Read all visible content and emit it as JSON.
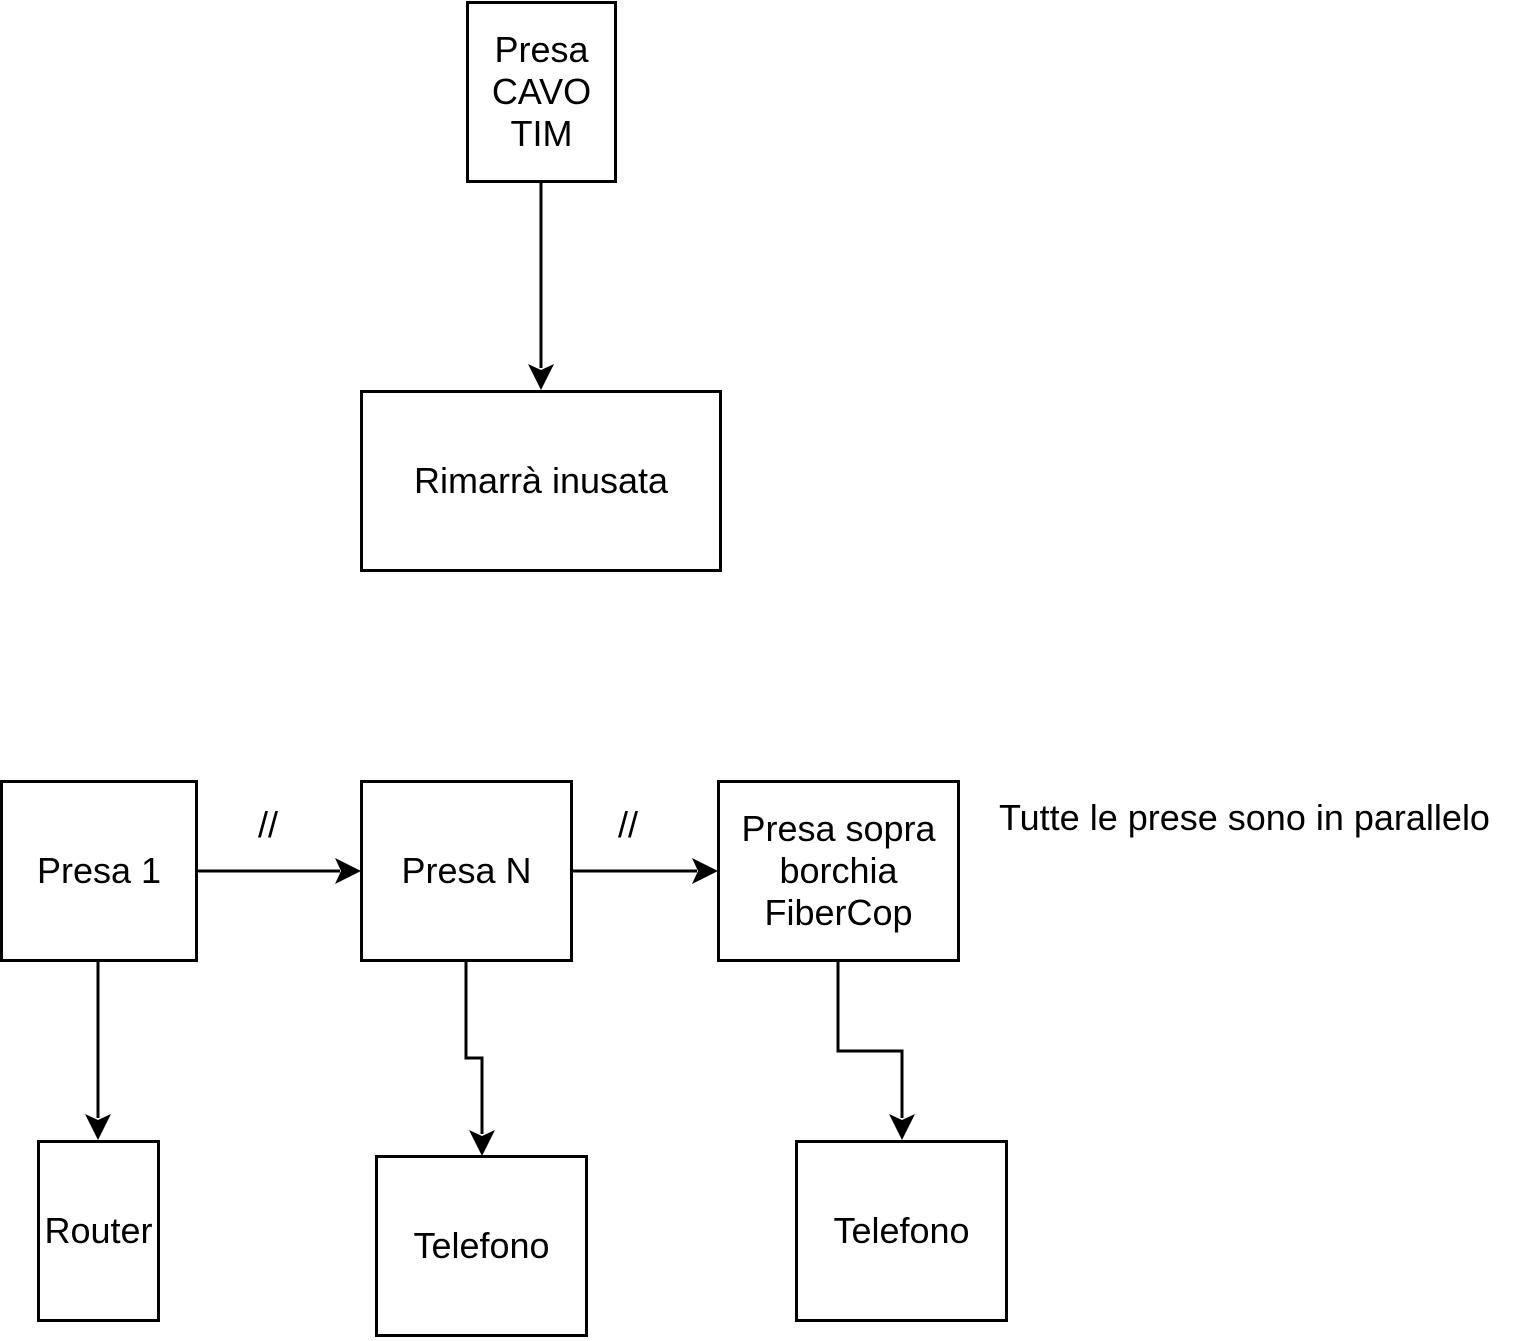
{
  "diagram": {
    "nodes": {
      "presa_cavo_tim": "Presa\nCAVO\nTIM",
      "rimarra_inusata": "Rimarrà inusata",
      "presa_1": "Presa 1",
      "presa_n": "Presa N",
      "presa_sopra_borchia": "Presa sopra\nborchia\nFiberCop",
      "router": "Router",
      "telefono_1": "Telefono",
      "telefono_2": "Telefono"
    },
    "edge_labels": {
      "presa1_to_presaN": "//",
      "presaN_to_borchia": "//"
    },
    "note": "Tutte le prese sono in parallelo"
  }
}
